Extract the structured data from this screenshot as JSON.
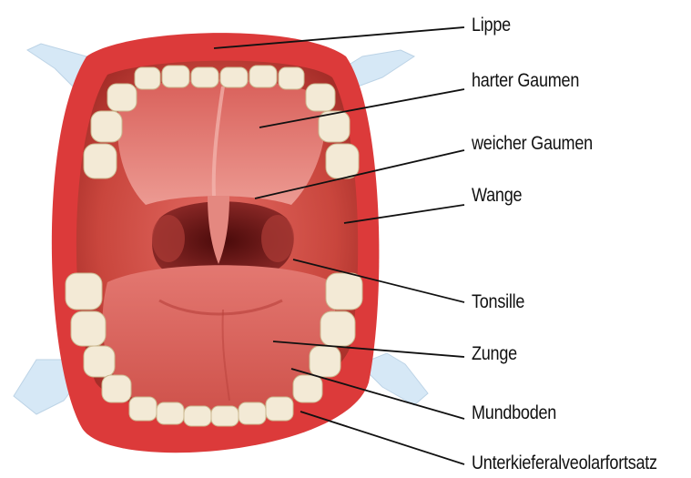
{
  "figure": {
    "labels": [
      {
        "id": "lippe",
        "text": "Lippe"
      },
      {
        "id": "harter-gaumen",
        "text": "harter Gaumen"
      },
      {
        "id": "weicher-gaumen",
        "text": "weicher Gaumen"
      },
      {
        "id": "wange",
        "text": "Wange"
      },
      {
        "id": "tonsille",
        "text": "Tonsille"
      },
      {
        "id": "zunge",
        "text": "Zunge"
      },
      {
        "id": "mundboden",
        "text": "Mundboden"
      },
      {
        "id": "unterkieferalveolarfortsatz",
        "text": "Unterkieferalveolarfortsatz"
      }
    ]
  },
  "colors": {
    "lip": "#dc3a3a",
    "mouth_inner": "#c8473f",
    "palate": "#e07a74",
    "throat": "#7a1a1a",
    "tongue": "#d9605a",
    "teeth": "#f3ead6",
    "retractor": "#d6e8f6",
    "leader_line": "#111111"
  }
}
